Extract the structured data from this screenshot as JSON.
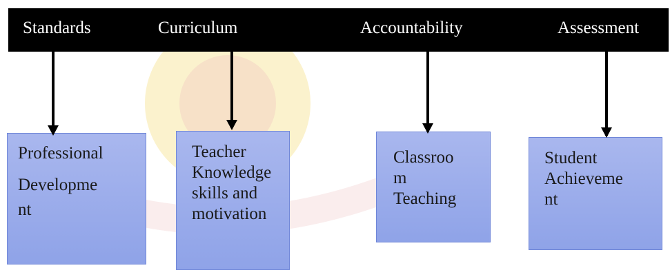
{
  "header_bar": {
    "items": [
      "Standards",
      "Curriculum",
      "Accountability",
      "Assessment"
    ]
  },
  "boxes": [
    {
      "lines": [
        "Professional",
        "Developme",
        "nt"
      ]
    },
    {
      "lines": [
        "Teacher",
        "Knowledge",
        "skills and",
        "motivation"
      ]
    },
    {
      "lines": [
        "Classroo",
        "m",
        "Teaching"
      ]
    },
    {
      "lines": [
        "Student",
        "Achieveme",
        "nt"
      ]
    }
  ],
  "colors": {
    "bar": "#000000",
    "bar_text": "#ffffff",
    "box_fill": "#95a8ea",
    "box_border": "#6f86d8",
    "arrow": "#000000"
  }
}
